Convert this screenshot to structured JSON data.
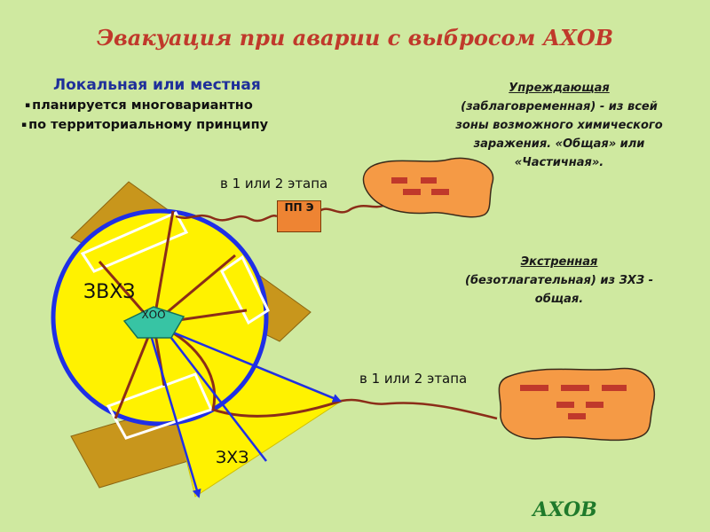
{
  "title": "Эвакуация при аварии с выбросом АХОВ",
  "local": {
    "title": "Локальная или местная",
    "bullets": [
      "планируется многовариантно",
      "по территориальному принципу"
    ]
  },
  "preemptive": {
    "heading": "Упреждающая",
    "text": [
      "(заблаговременная) - из всей",
      "зоны возможного химического",
      "заражения. «Общая» или",
      "«Частичная»."
    ]
  },
  "emergency": {
    "heading": "Экстренная",
    "text": [
      "(безотлагательная) из ЗХЗ -",
      "общая."
    ]
  },
  "stage_label_top": "в 1 или 2 этапа",
  "stage_label_bottom": "в 1 или 2 этапа",
  "ppe_label": "ПП Э",
  "zone_outer_label": "ЗВХЗ",
  "zone_inner_label": "ЗХЗ",
  "source_label": "ХОО",
  "bottom_label": "АХОВ",
  "colors": {
    "background": "#cfe9a0",
    "title": "#c0392b",
    "local_title": "#1f2f9a",
    "zone_fill": "#fff200",
    "zone_border": "#1f2fe6",
    "buildings": "#c8961c",
    "settlement": "#f59a45",
    "route": "#7a2e10",
    "source": "#37c4a4",
    "ahov": "#1f7a2b"
  },
  "icons": [
    "bullet-marker-icon",
    "arrow-head-icon"
  ]
}
